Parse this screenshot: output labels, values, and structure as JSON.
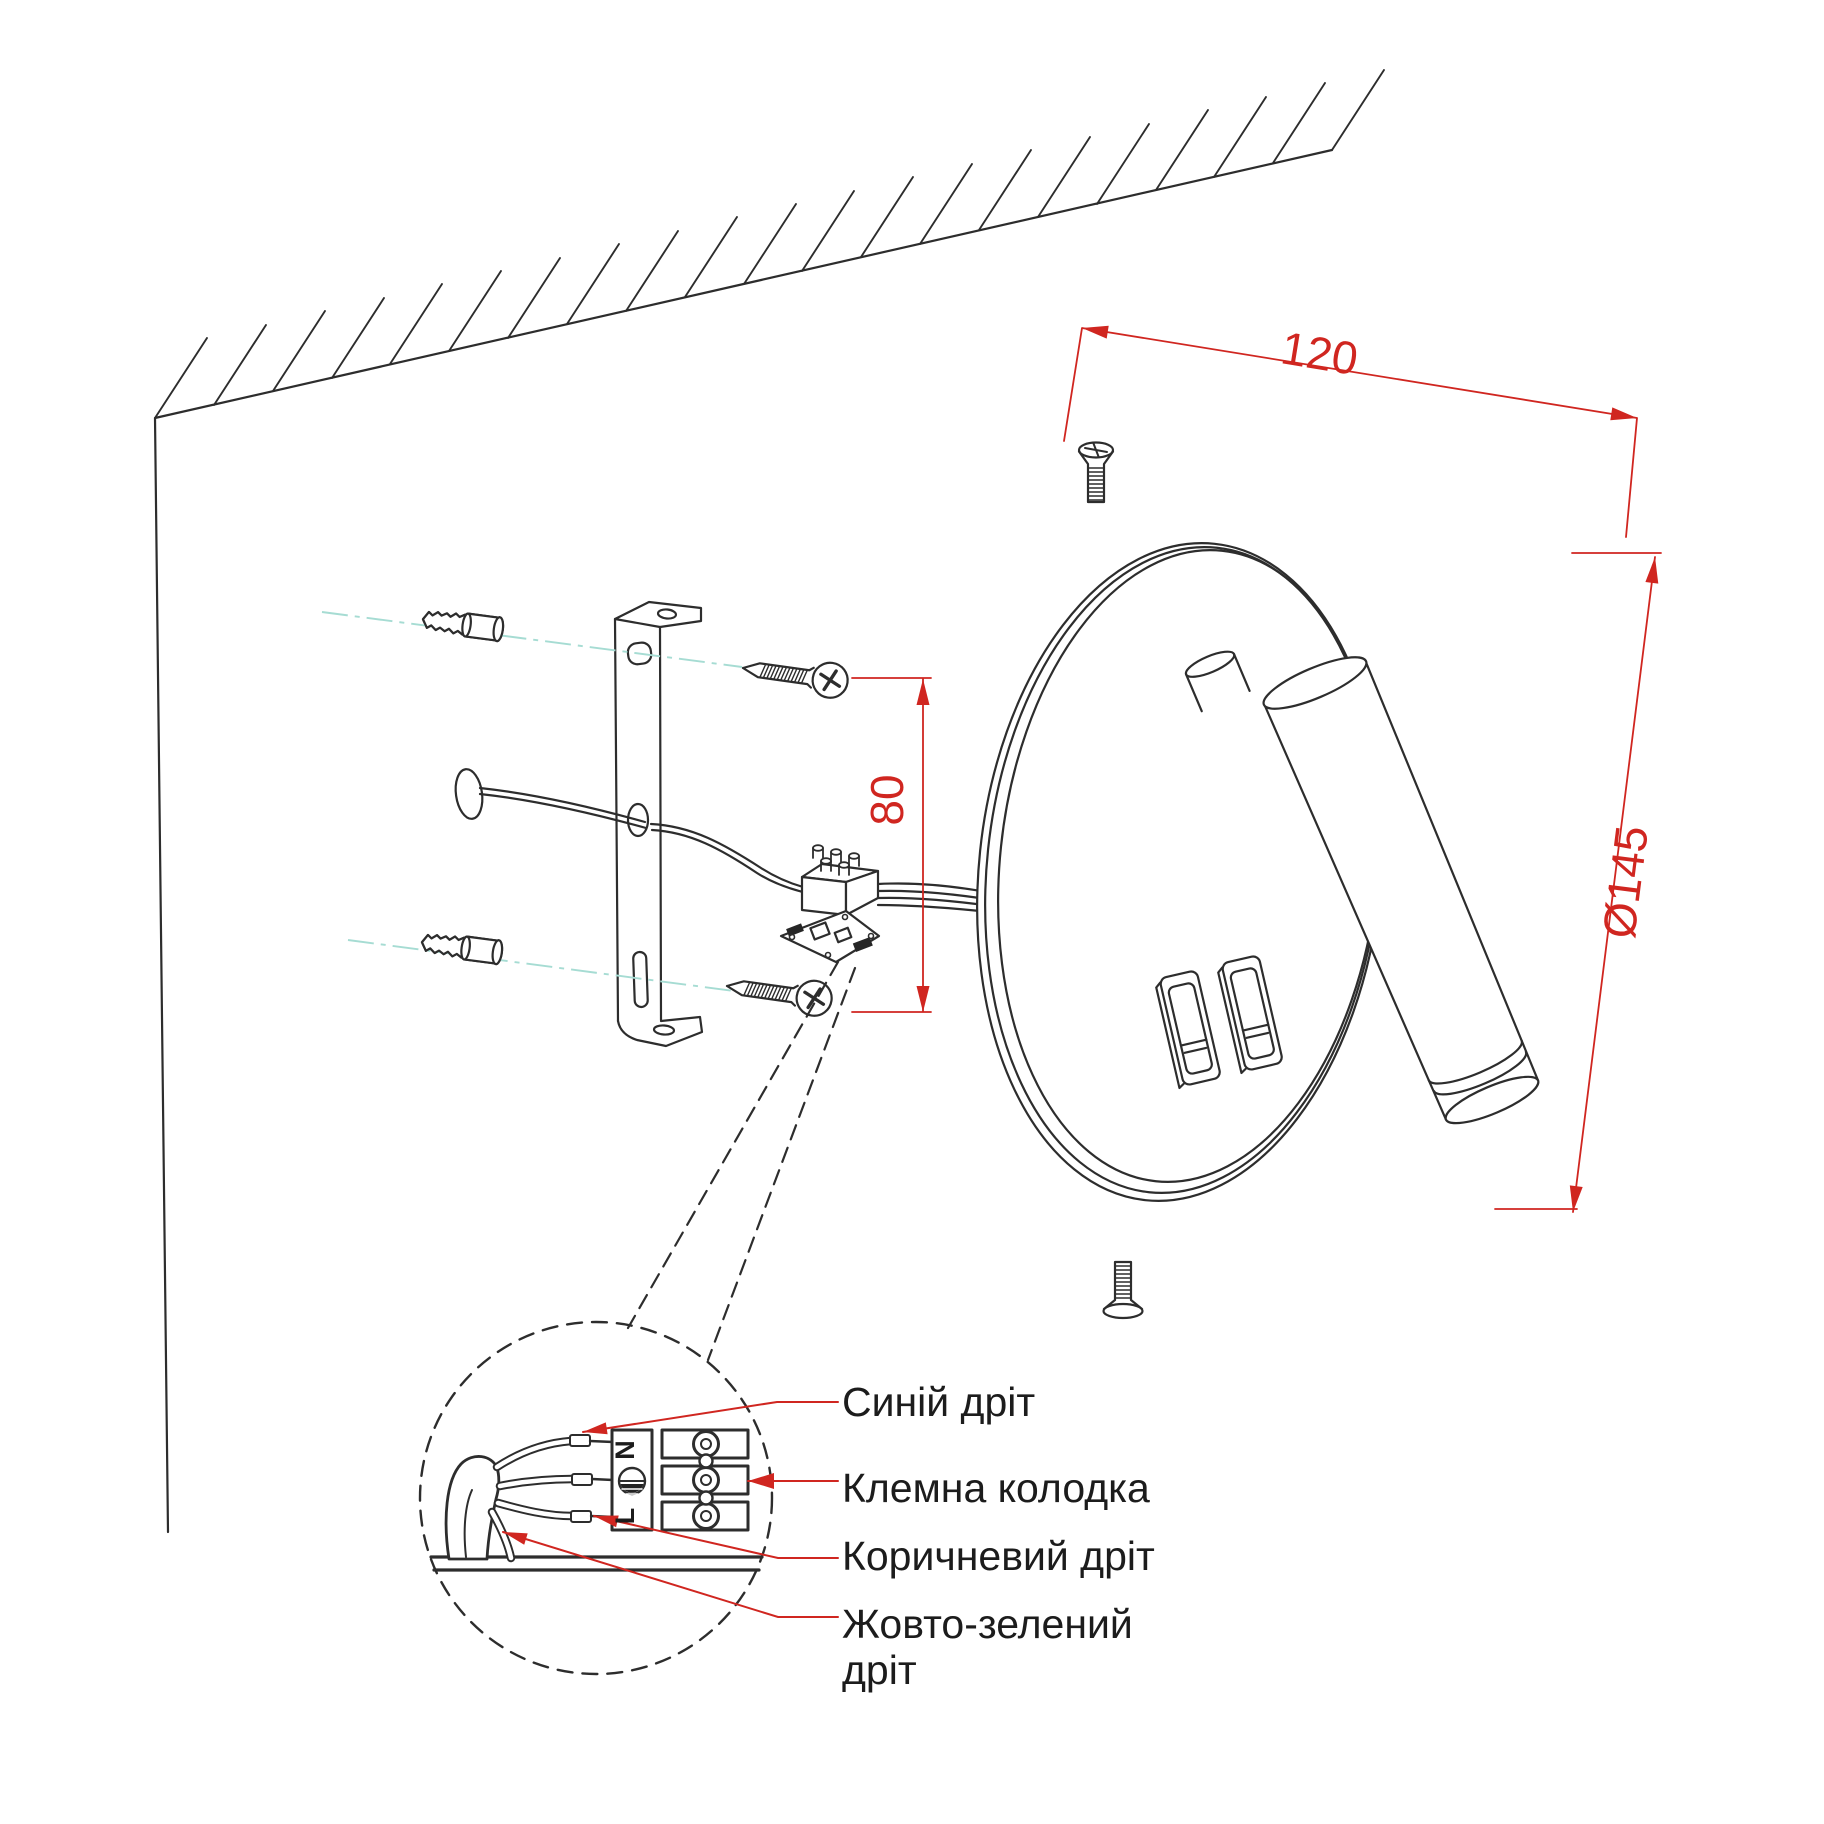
{
  "dimensions": {
    "top_width": "120",
    "hole_spacing": "80",
    "plate_diameter": "Ø145"
  },
  "detail_labels": {
    "blue_wire": "Синій дріт",
    "terminal_block": "Клемна колодка",
    "brown_wire": "Коричневий дріт",
    "yellow_green_wire_line1": "Жовто-зелений",
    "yellow_green_wire_line2": "дріт"
  },
  "terminal_markings": {
    "neutral": "N",
    "live": "L"
  },
  "colors": {
    "line": "#2d2d2d",
    "dimension": "#d02620",
    "axis": "#a6dcd3",
    "background": "#ffffff"
  }
}
